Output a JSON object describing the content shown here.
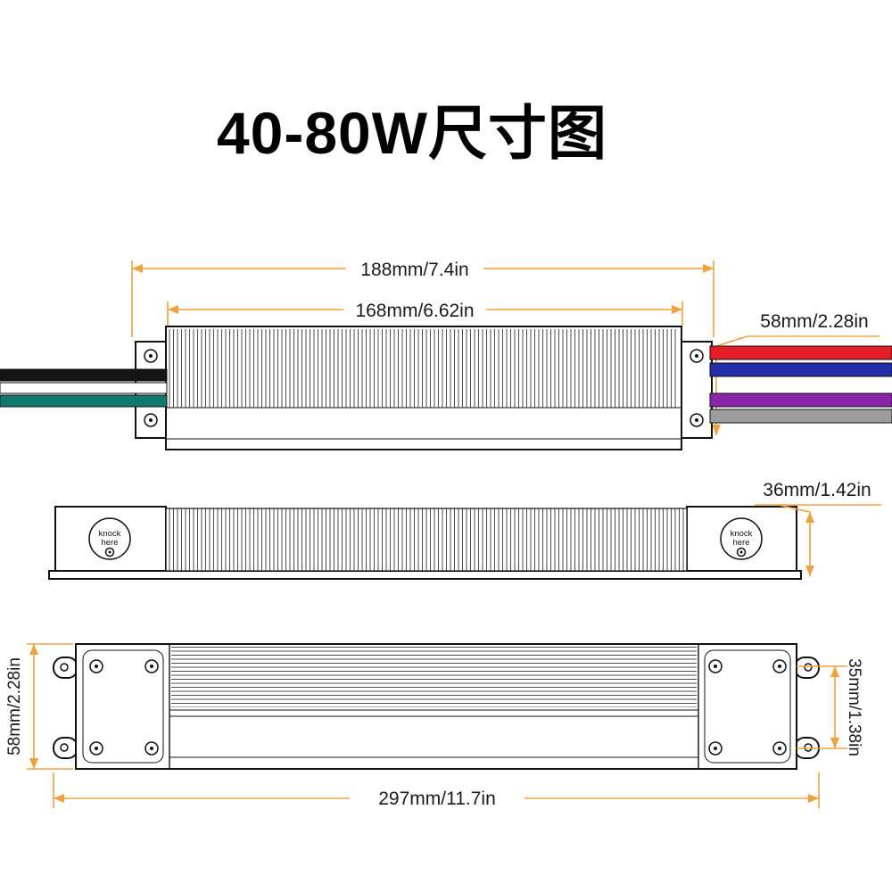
{
  "title": "40-80W尺寸图",
  "colors": {
    "dim": "#F0A13E",
    "ink": "#111111",
    "text": "#1a1a1a",
    "wire-red": "#E31E26",
    "wire-blue": "#232FA8",
    "wire-purple": "#8A24A8",
    "wire-gray": "#9C9C9C",
    "wire-black": "#141414",
    "wire-white": "#FFFFFF",
    "wire-teal": "#0F7A6C"
  },
  "top_view": {
    "dim_overall": "188mm/7.4in",
    "dim_body": "168mm/6.62in",
    "dim_width": "58mm/2.28in"
  },
  "side_view": {
    "dim_height": "36mm/1.42in",
    "knockout_line1": "knock",
    "knockout_line2": "here"
  },
  "bottom_view": {
    "dim_height": "58mm/2.28in",
    "dim_inner": "35mm/1.38in",
    "dim_length": "297mm/11.7in"
  }
}
